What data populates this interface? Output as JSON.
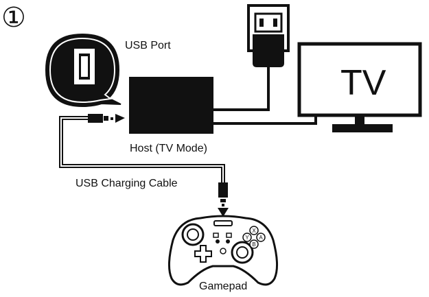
{
  "step": {
    "number": "①"
  },
  "labels": {
    "usb_port": "USB Port",
    "host": "Host (TV Mode)",
    "tv": "TV",
    "cable": "USB Charging Cable",
    "gamepad": "Gamepad"
  },
  "gamepad_buttons": {
    "x": "X",
    "y": "Y",
    "a": "A",
    "b": "B"
  },
  "colors": {
    "ink": "#111111",
    "background": "#ffffff"
  }
}
